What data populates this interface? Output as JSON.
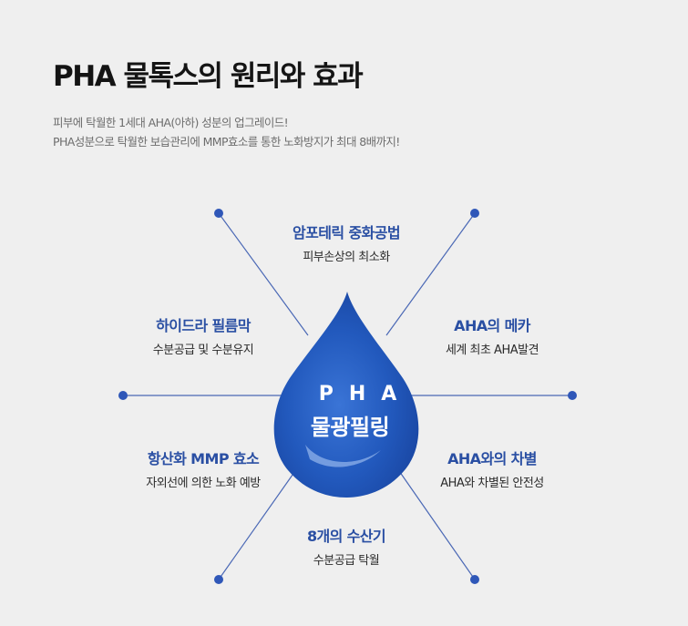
{
  "header": {
    "title": "PHA 물톡스의 원리와 효과",
    "subtitle_line1": "피부에 탁월한 1세대 AHA(아하) 성분의 업그레이드!",
    "subtitle_line2": "PHA성분으로 탁월한 보습관리에 MMP효소를 통한 노화방지가 최대 8배까지!"
  },
  "drop": {
    "line1": "PHA",
    "line2": "물광필링"
  },
  "features": [
    {
      "title": "암포테릭 중화공법",
      "desc": "피부손상의 최소화"
    },
    {
      "title": "AHA의 메카",
      "desc": "세계 최초 AHA발견"
    },
    {
      "title": "AHA와의 차별",
      "desc": "AHA와 차별된 안전성"
    },
    {
      "title": "8개의 수산기",
      "desc": "수분공급 탁월"
    },
    {
      "title": "항산화 MMP 효소",
      "desc": "자외선에 의한 노화 예방"
    },
    {
      "title": "하이드라 필름막",
      "desc": "수분공급 및 수분유지"
    }
  ],
  "colors": {
    "background": "#efefef",
    "accent_blue": "#2a4fa3",
    "drop_blue": "#1f56b8",
    "line_blue": "#4a68b5",
    "dot_blue": "#2f57b8"
  }
}
